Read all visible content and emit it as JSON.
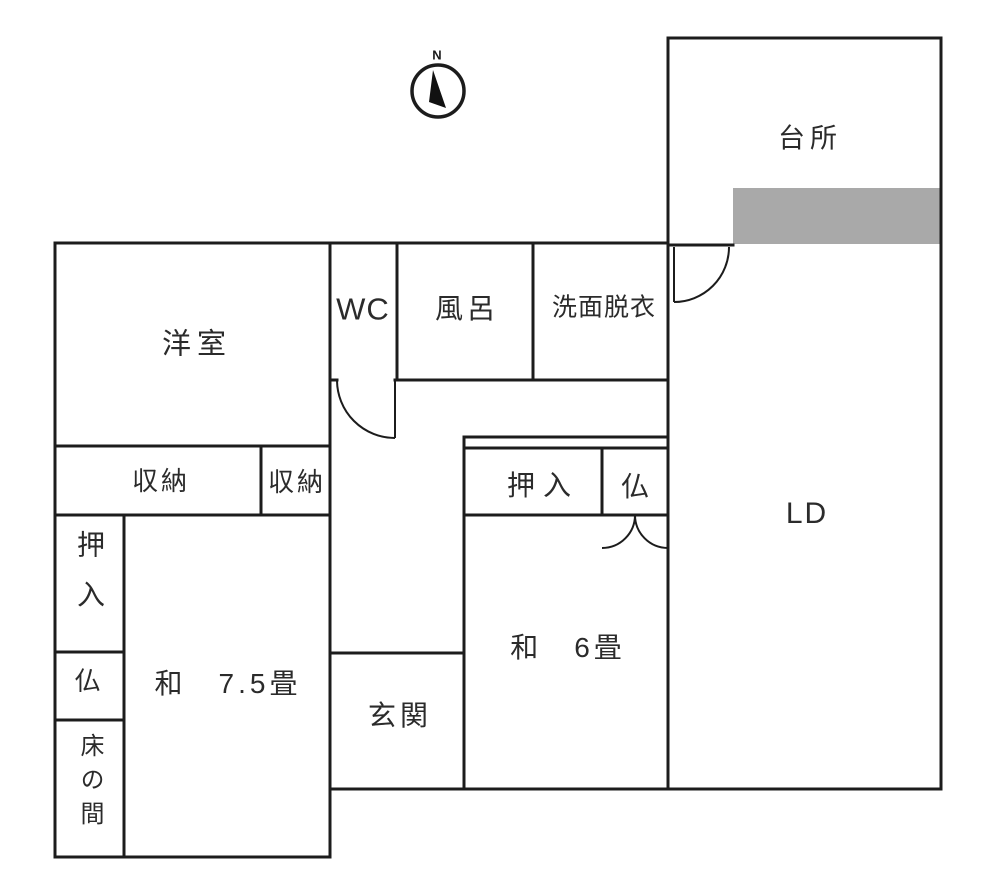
{
  "title": "floor-plan",
  "compass": {
    "north_label": "N"
  },
  "rooms": {
    "kitchen": "台所",
    "wc": "WC",
    "bath": "風呂",
    "washroom": "洗面脱衣",
    "western_room": "洋室",
    "storage_left": "収納",
    "storage_right": "収納",
    "living_dining": "LD",
    "closet_6jo": "押入",
    "butsudan_6jo": "仏",
    "japanese_6jo": "和　6畳",
    "entrance": "玄関",
    "closet_7_5jo": "押入",
    "butsudan_7_5jo": "仏",
    "tokonoma": "床の間",
    "japanese_7_5jo": "和　7.5畳"
  },
  "colors": {
    "wall": "#1c1c1c",
    "counter": "#a9a9a9",
    "text": "#2b2b2b",
    "background": "#ffffff"
  }
}
